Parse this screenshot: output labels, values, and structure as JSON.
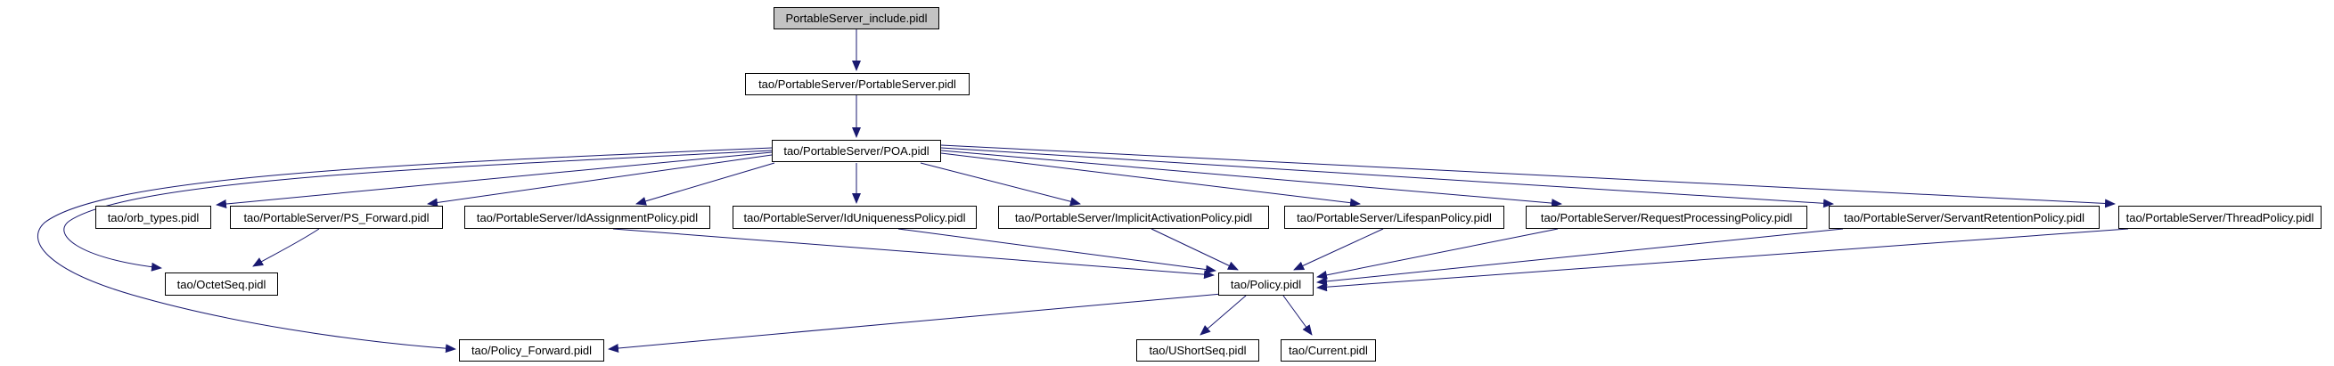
{
  "diagram": {
    "type": "include-dependency-graph",
    "colors": {
      "edge": "#191970",
      "node_border": "#000000",
      "node_fill": "#ffffff",
      "root_node_fill": "#c3c3c3",
      "background": "#ffffff"
    }
  },
  "nodes": [
    {
      "id": "include",
      "label": "PortableServer_include.pidl",
      "highlighted": true
    },
    {
      "id": "portableserver",
      "label": "tao/PortableServer/PortableServer.pidl"
    },
    {
      "id": "poa",
      "label": "tao/PortableServer/POA.pidl"
    },
    {
      "id": "orb_types",
      "label": "tao/orb_types.pidl"
    },
    {
      "id": "ps_forward",
      "label": "tao/PortableServer/PS_Forward.pidl"
    },
    {
      "id": "id_assignment",
      "label": "tao/PortableServer/IdAssignmentPolicy.pidl"
    },
    {
      "id": "id_uniqueness",
      "label": "tao/PortableServer/IdUniquenessPolicy.pidl"
    },
    {
      "id": "implicit_activation",
      "label": "tao/PortableServer/ImplicitActivationPolicy.pidl"
    },
    {
      "id": "lifespan",
      "label": "tao/PortableServer/LifespanPolicy.pidl"
    },
    {
      "id": "request_processing",
      "label": "tao/PortableServer/RequestProcessingPolicy.pidl"
    },
    {
      "id": "servant_retention",
      "label": "tao/PortableServer/ServantRetentionPolicy.pidl"
    },
    {
      "id": "thread_policy",
      "label": "tao/PortableServer/ThreadPolicy.pidl"
    },
    {
      "id": "octetseq",
      "label": "tao/OctetSeq.pidl"
    },
    {
      "id": "policy",
      "label": "tao/Policy.pidl"
    },
    {
      "id": "policy_forward",
      "label": "tao/Policy_Forward.pidl"
    },
    {
      "id": "ushortseq",
      "label": "tao/UShortSeq.pidl"
    },
    {
      "id": "current",
      "label": "tao/Current.pidl"
    }
  ],
  "edges": [
    {
      "from": "include",
      "to": "portableserver"
    },
    {
      "from": "portableserver",
      "to": "poa"
    },
    {
      "from": "poa",
      "to": "id_uniqueness"
    },
    {
      "from": "poa",
      "to": "orb_types"
    },
    {
      "from": "poa",
      "to": "ps_forward"
    },
    {
      "from": "poa",
      "to": "id_assignment"
    },
    {
      "from": "poa",
      "to": "implicit_activation"
    },
    {
      "from": "poa",
      "to": "lifespan"
    },
    {
      "from": "poa",
      "to": "request_processing"
    },
    {
      "from": "poa",
      "to": "servant_retention"
    },
    {
      "from": "poa",
      "to": "thread_policy"
    },
    {
      "from": "poa",
      "to": "octetseq"
    },
    {
      "from": "poa",
      "to": "policy_forward"
    },
    {
      "from": "ps_forward",
      "to": "octetseq"
    },
    {
      "from": "id_assignment",
      "to": "policy"
    },
    {
      "from": "id_uniqueness",
      "to": "policy"
    },
    {
      "from": "implicit_activation",
      "to": "policy"
    },
    {
      "from": "lifespan",
      "to": "policy"
    },
    {
      "from": "request_processing",
      "to": "policy"
    },
    {
      "from": "servant_retention",
      "to": "policy"
    },
    {
      "from": "thread_policy",
      "to": "policy"
    },
    {
      "from": "policy",
      "to": "policy_forward"
    },
    {
      "from": "policy",
      "to": "ushortseq"
    },
    {
      "from": "policy",
      "to": "current"
    }
  ]
}
